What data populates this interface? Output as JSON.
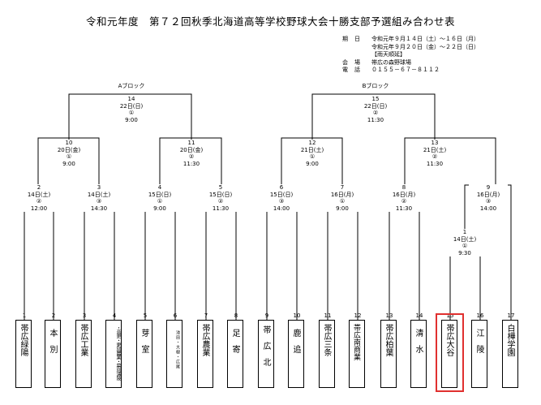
{
  "title": "令和元年度　第７２回秋季北海道高等学校野球大会十勝支部予選組み合わせ表",
  "info": {
    "period_key": "期日",
    "period_line1": "令和元年９月１４日（土）～１６日（月）",
    "period_line2": "令和元年９月２０日（金）～２２日（日）",
    "period_note": "【雨天順延】",
    "venue_key": "会場",
    "venue": "帯広の森野球場",
    "phone_key": "電話",
    "phone": "０１５５－６７－８１１２"
  },
  "blocks": {
    "a": "Aブロック",
    "b": "Bブロック"
  },
  "games": {
    "g1": {
      "no": "1",
      "date": "",
      "slot": "",
      "time": ""
    },
    "g2": {
      "no": "2",
      "date": "14日(土)",
      "slot": "②",
      "time": "12:00"
    },
    "g3": {
      "no": "3",
      "date": "14日(土)",
      "slot": "③",
      "time": "14:30"
    },
    "g4": {
      "no": "4",
      "date": "15日(日)",
      "slot": "①",
      "time": "9:00"
    },
    "g5": {
      "no": "5",
      "date": "15日(日)",
      "slot": "②",
      "time": "11:30"
    },
    "g6": {
      "no": "6",
      "date": "15日(日)",
      "slot": "③",
      "time": "14:00"
    },
    "g7": {
      "no": "7",
      "date": "16日(月)",
      "slot": "①",
      "time": "9:00"
    },
    "g8": {
      "no": "8",
      "date": "16日(月)",
      "slot": "②",
      "time": "11:30"
    },
    "g9": {
      "no": "9",
      "date": "16日(月)",
      "slot": "③",
      "time": "14:00"
    },
    "g10": {
      "no": "10",
      "date": "20日(金)",
      "slot": "①",
      "time": "9:00"
    },
    "g11": {
      "no": "11",
      "date": "20日(金)",
      "slot": "②",
      "time": "11:30"
    },
    "g12": {
      "no": "12",
      "date": "21日(土)",
      "slot": "①",
      "time": "9:00"
    },
    "g13": {
      "no": "13",
      "date": "21日(土)",
      "slot": "②",
      "time": "11:30"
    },
    "g14": {
      "no": "14",
      "date": "22日(日)",
      "slot": "①",
      "time": "9:00"
    },
    "g15": {
      "no": "15",
      "date": "22日(日)",
      "slot": "②",
      "time": "11:30"
    },
    "g1b": {
      "no": "1",
      "date": "14日(土)",
      "slot": "①",
      "time": "9:30"
    }
  },
  "teams": [
    {
      "no": "1",
      "name": "帯広緑陽"
    },
    {
      "no": "2",
      "name": "本　別"
    },
    {
      "no": "3",
      "name": "帯広工業"
    },
    {
      "no": "4",
      "name": "・音更・更別農業・幕別清陵"
    },
    {
      "no": "5",
      "name": "芽　室"
    },
    {
      "no": "6",
      "name": "池田・大樹・広尾"
    },
    {
      "no": "7",
      "name": "帯広農業"
    },
    {
      "no": "8",
      "name": "足　寄"
    },
    {
      "no": "9",
      "name": "帯広北"
    },
    {
      "no": "10",
      "name": "鹿　追"
    },
    {
      "no": "11",
      "name": "帯広三条"
    },
    {
      "no": "12",
      "name": "帯広南商業"
    },
    {
      "no": "13",
      "name": "帯広柏葉"
    },
    {
      "no": "14",
      "name": "清　水"
    },
    {
      "no": "15",
      "name": "帯広大谷"
    },
    {
      "no": "16",
      "name": "江　陵"
    },
    {
      "no": "17",
      "name": "白樺学園"
    }
  ],
  "highlight_color": "#e0302f"
}
